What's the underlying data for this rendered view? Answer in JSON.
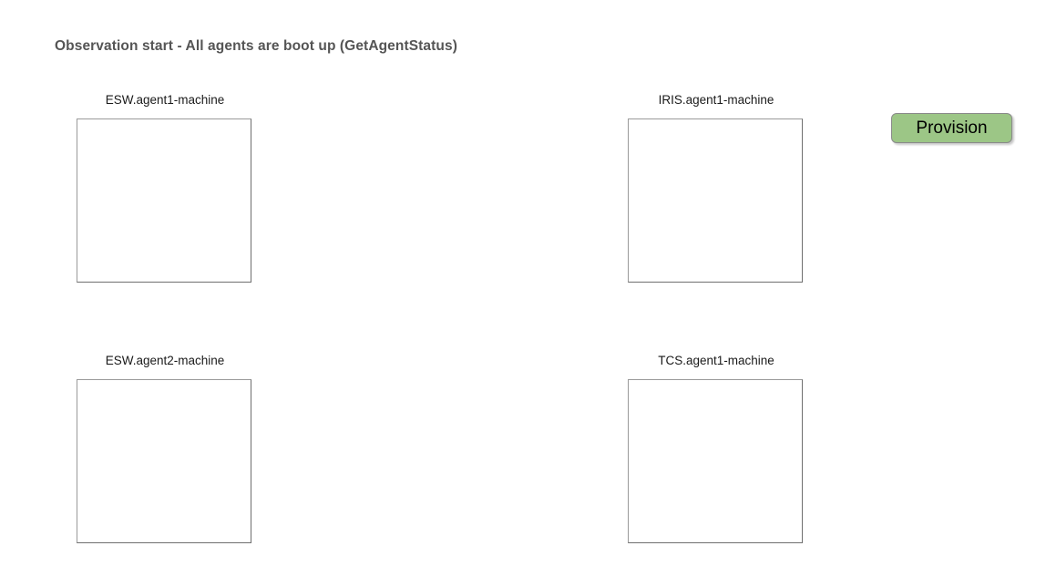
{
  "page": {
    "title": "Observation start - All agents are boot up (GetAgentStatus)",
    "background_color": "#ffffff"
  },
  "agents": [
    {
      "label": "ESW.agent1-machine",
      "canvas_content": "",
      "position": "top-left"
    },
    {
      "label": "IRIS.agent1-machine",
      "canvas_content": "",
      "position": "top-right"
    },
    {
      "label": "ESW.agent2-machine",
      "canvas_content": "",
      "position": "bottom-left"
    },
    {
      "label": "TCS.agent1-machine",
      "canvas_content": "",
      "position": "bottom-right"
    }
  ],
  "actions": {
    "provision_label": "Provision",
    "provision_color": "#9cc686",
    "provision_text_color": "#000000",
    "provision_border_color": "#8a8a8a"
  },
  "colors": {
    "title_text": "#555555",
    "label_text": "#1a1a1a",
    "panel_border": "#9a9a9a",
    "panel_fill": "#ffffff"
  }
}
